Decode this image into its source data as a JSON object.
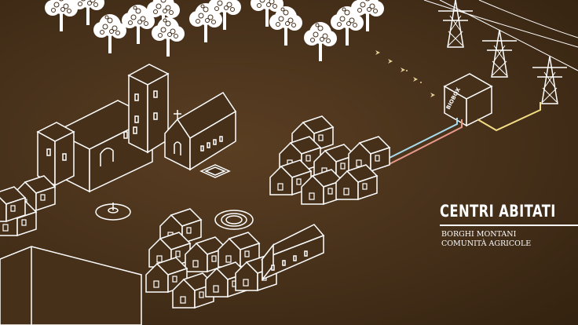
{
  "scene": {
    "building_label": "BIOBOX",
    "colors": {
      "background": "#46301a",
      "line": "#ffffff",
      "cable_blue": "#a8dcef",
      "cable_red": "#e89a8a",
      "cable_yellow": "#f2dc84",
      "arrow": "#e9d49a"
    },
    "icons": [
      "tree-icon",
      "power-pylon-icon",
      "castle-icon",
      "church-icon",
      "house-icon",
      "fountain-icon"
    ]
  },
  "caption": {
    "title": "CENTRI ABITATI",
    "lines": [
      "BORGHI MONTANI",
      "COMUNITÀ AGRICOLE"
    ]
  }
}
